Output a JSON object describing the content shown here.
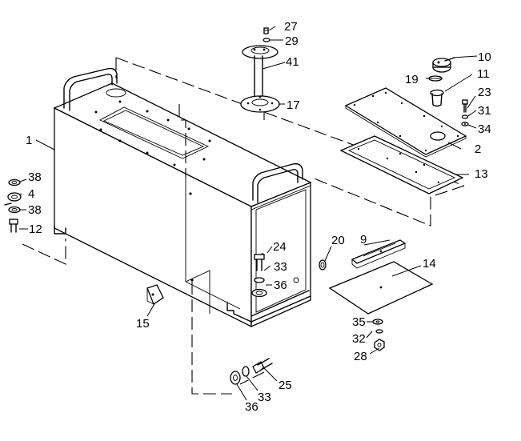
{
  "callouts": [
    {
      "id": "c1",
      "text": "1"
    },
    {
      "id": "c2",
      "text": "2"
    },
    {
      "id": "c4",
      "text": "4"
    },
    {
      "id": "c9",
      "text": "9"
    },
    {
      "id": "c10",
      "text": "10"
    },
    {
      "id": "c11",
      "text": "11"
    },
    {
      "id": "c12",
      "text": "12"
    },
    {
      "id": "c13",
      "text": "13"
    },
    {
      "id": "c14",
      "text": "14"
    },
    {
      "id": "c15",
      "text": "15"
    },
    {
      "id": "c17",
      "text": "17"
    },
    {
      "id": "c19",
      "text": "19"
    },
    {
      "id": "c20",
      "text": "20"
    },
    {
      "id": "c23",
      "text": "23"
    },
    {
      "id": "c24",
      "text": "24"
    },
    {
      "id": "c25",
      "text": "25"
    },
    {
      "id": "c27",
      "text": "27"
    },
    {
      "id": "c28",
      "text": "28"
    },
    {
      "id": "c29",
      "text": "29"
    },
    {
      "id": "c31",
      "text": "31"
    },
    {
      "id": "c32",
      "text": "32"
    },
    {
      "id": "c33a",
      "text": "33"
    },
    {
      "id": "c33b",
      "text": "33"
    },
    {
      "id": "c34",
      "text": "34"
    },
    {
      "id": "c35",
      "text": "35"
    },
    {
      "id": "c36a",
      "text": "36"
    },
    {
      "id": "c36b",
      "text": "36"
    },
    {
      "id": "c38a",
      "text": "38"
    },
    {
      "id": "c38b",
      "text": "38"
    },
    {
      "id": "c41",
      "text": "41"
    }
  ]
}
